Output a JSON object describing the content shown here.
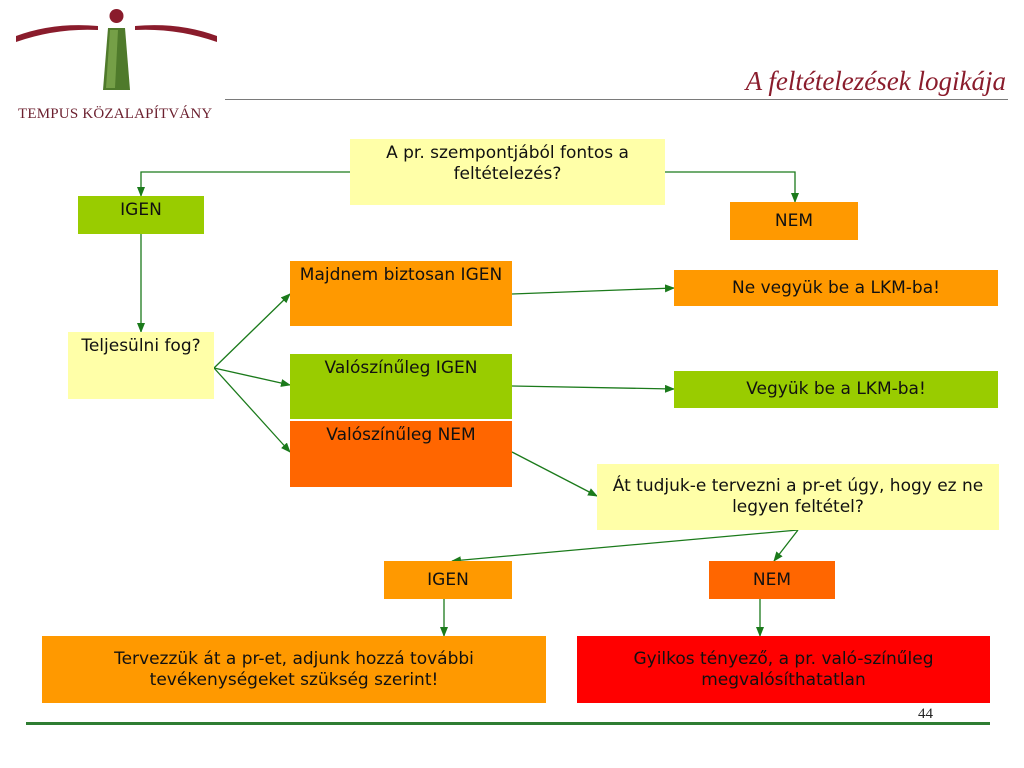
{
  "header": {
    "org_name": "TEMPUS KÖZALAPÍTVÁNY",
    "slide_title": "A feltételezések logikája"
  },
  "nodes": {
    "question_important": "A pr. szempontjából fontos a feltételezés?",
    "igen_1": "IGEN",
    "nem_1": "NEM",
    "will_happen": "Teljesülni fog?",
    "almost_sure": "Majdnem biztosan IGEN",
    "likely_yes": "Valószínűleg IGEN",
    "likely_no": "Valószínűleg NEM",
    "dont_include": "Ne vegyük be a LKM-ba!",
    "include": "Vegyük be a  LKM-ba!",
    "redesign_question": "Át tudjuk-e tervezni a pr-et úgy, hogy ez ne legyen feltétel?",
    "igen_2": "IGEN",
    "nem_2": "NEM",
    "redesign_action": "Tervezzük át a pr-et, adjunk hozzá további tevékenységeket szükség szerint!",
    "killer_factor": "Gyilkos tényező, a pr. való-színűleg megvalósíthatatlan"
  },
  "footer": {
    "page_number": "44"
  },
  "colors": {
    "yellow": "#ffffa8",
    "green": "#99cc00",
    "orange": "#ff9900",
    "dark_orange": "#ff6600",
    "red": "#ff0000",
    "arrow": "#1b7a1b",
    "title": "#8a1c2c"
  }
}
